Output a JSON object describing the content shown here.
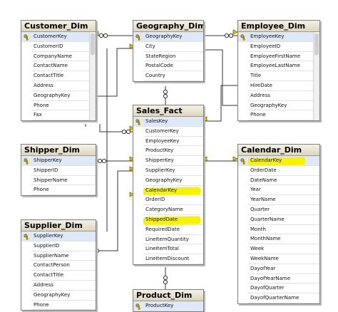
{
  "tables": [
    {
      "id": "customer_dim",
      "title": "Customer_Dim",
      "rows": [
        "CustomerKey",
        "CustomerID",
        "CompanyName",
        "ContactName",
        "ContactTitle",
        "Address",
        "GeographyKey",
        "Phone",
        "Fax"
      ]
    },
    {
      "id": "geography_dim",
      "title": "Geography_Dim",
      "rows": [
        "GeographyKey",
        "City",
        "StateRegion",
        "PostalCode",
        "Country"
      ]
    },
    {
      "id": "employee_dim",
      "title": "Employee_Dim",
      "rows": [
        "EmployeeKey",
        "EmployeeID",
        "EmployeeFirstName",
        "EmployeeLastName",
        "Title",
        "HireDate",
        "Address",
        "GeographyKey",
        "Phone"
      ]
    },
    {
      "id": "sales_fact",
      "title": "Sales_Fact",
      "rows": [
        "SalesKey",
        "CustomerKey",
        "EmployeeKey",
        "ProductKey",
        "ShipperKey",
        "SupplierKey",
        "GeographyKey",
        "CalendarKey",
        "OrderID",
        "CategoryName",
        "ShippedDate",
        "RequiredDate",
        "LineItemQuantity",
        "LineItemTotal",
        "LineItemDiscount"
      ]
    },
    {
      "id": "shipper_dim",
      "title": "Shipper_Dim",
      "rows": [
        "ShipperKey",
        "ShipperID",
        "ShipperName",
        "Phone"
      ]
    },
    {
      "id": "calendar_dim",
      "title": "Calendar_Dim",
      "rows": [
        "CalendarKey",
        "OrderDate",
        "DateName",
        "Year",
        "YearName",
        "Quarter",
        "QuarterName",
        "Month",
        "MonthName",
        "Week",
        "WeekName",
        "DayofYear",
        "DayofYearName",
        "DayofQuarter",
        "DayofQuarterName"
      ]
    },
    {
      "id": "supplier_dim",
      "title": "Supplier_Dim",
      "rows": [
        "SupplierKey",
        "SupplierID",
        "SupplierName",
        "ContactPerson",
        "ContactTitle",
        "Address",
        "GeographyKey",
        "Phone"
      ]
    },
    {
      "id": "product_dim",
      "title": "Product_Dim",
      "rows": [
        "ProductKey"
      ]
    }
  ],
  "colors": {
    "highlight": "#f6f200",
    "key_icon": "#c9a400",
    "connector": "#333333"
  }
}
